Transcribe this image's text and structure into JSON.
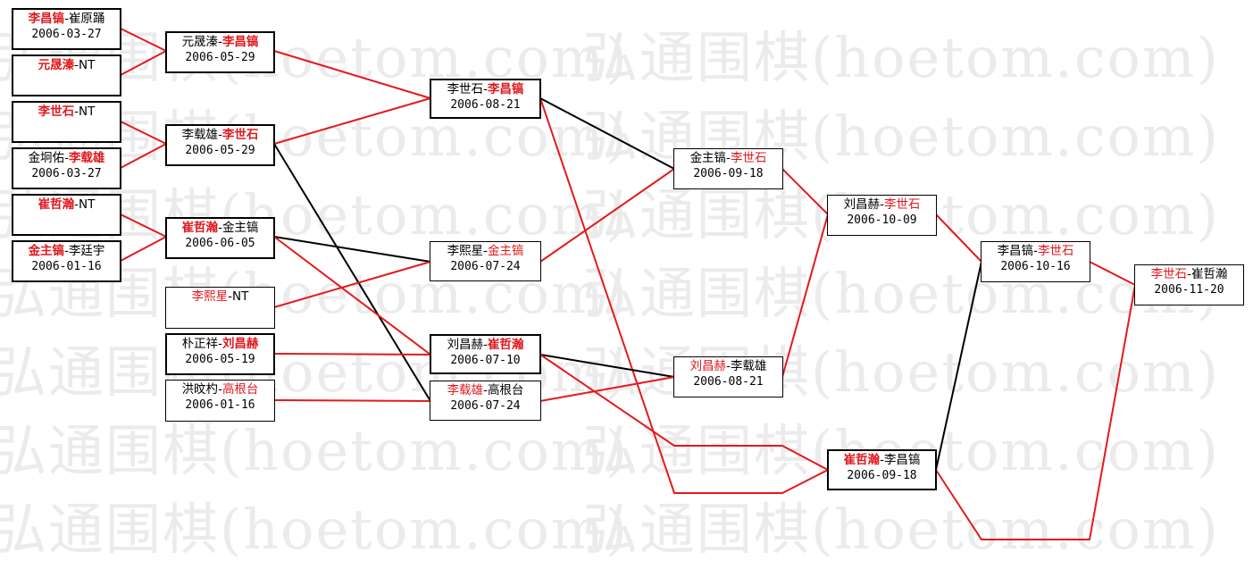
{
  "watermark": "弘通围棋(hoetom.com)",
  "colors": {
    "winner": "#e0191e",
    "line_red": "#e31a1c",
    "line_black": "#000000"
  },
  "nodes": [
    {
      "id": "n1",
      "p1": "李昌镐",
      "p2": "崔原踊",
      "winner": 1,
      "date": "2006-03-27",
      "bold": true
    },
    {
      "id": "n2",
      "p1": "元晟溱",
      "p2": "NT",
      "winner": 1,
      "date": "",
      "bold": true
    },
    {
      "id": "n3",
      "p1": "李世石",
      "p2": "NT",
      "winner": 1,
      "date": "",
      "bold": true
    },
    {
      "id": "n4",
      "p1": "金坰佑",
      "p2": "李载雄",
      "winner": 2,
      "date": "2006-03-27",
      "bold": true
    },
    {
      "id": "n5",
      "p1": "崔哲瀚",
      "p2": "NT",
      "winner": 1,
      "date": "",
      "bold": true
    },
    {
      "id": "n6",
      "p1": "金主镐",
      "p2": "李廷宇",
      "winner": 1,
      "date": "2006-01-16",
      "bold": true
    },
    {
      "id": "n7",
      "p1": "元晟溱",
      "p2": "李昌镐",
      "winner": 2,
      "date": "2006-05-29",
      "bold": true
    },
    {
      "id": "n8",
      "p1": "李载雄",
      "p2": "李世石",
      "winner": 2,
      "date": "2006-05-29",
      "bold": true
    },
    {
      "id": "n9",
      "p1": "崔哲瀚",
      "p2": "金主镐",
      "winner": 1,
      "date": "2006-06-05",
      "bold": true
    },
    {
      "id": "n10",
      "p1": "李熙星",
      "p2": "NT",
      "winner": 1,
      "date": "",
      "bold": false
    },
    {
      "id": "n11",
      "p1": "朴正祥",
      "p2": "刘昌赫",
      "winner": 2,
      "date": "2006-05-19",
      "bold": true
    },
    {
      "id": "n12",
      "p1": "洪旼杓",
      "p2": "高根台",
      "winner": 2,
      "date": "2006-01-16",
      "bold": false
    },
    {
      "id": "n13",
      "p1": "李世石",
      "p2": "李昌镐",
      "winner": 2,
      "date": "2006-08-21",
      "bold": true
    },
    {
      "id": "n14",
      "p1": "李熙星",
      "p2": "金主镐",
      "winner": 2,
      "date": "2006-07-24",
      "bold": false
    },
    {
      "id": "n15",
      "p1": "刘昌赫",
      "p2": "崔哲瀚",
      "winner": 2,
      "date": "2006-07-10",
      "bold": true
    },
    {
      "id": "n16",
      "p1": "李载雄",
      "p2": "高根台",
      "winner": 1,
      "date": "2006-07-24",
      "bold": false
    },
    {
      "id": "n17",
      "p1": "金主镐",
      "p2": "李世石",
      "winner": 2,
      "date": "2006-09-18",
      "bold": false
    },
    {
      "id": "n18",
      "p1": "刘昌赫",
      "p2": "李载雄",
      "winner": 1,
      "date": "2006-08-21",
      "bold": false
    },
    {
      "id": "n19",
      "p1": "刘昌赫",
      "p2": "李世石",
      "winner": 2,
      "date": "2006-10-09",
      "bold": false
    },
    {
      "id": "n20",
      "p1": "崔哲瀚",
      "p2": "李昌镐",
      "winner": 1,
      "date": "2006-09-18",
      "bold": true
    },
    {
      "id": "n21",
      "p1": "李昌镐",
      "p2": "李世石",
      "winner": 2,
      "date": "2006-10-16",
      "bold": false
    },
    {
      "id": "n22",
      "p1": "李世石",
      "p2": "崔哲瀚",
      "winner": 1,
      "date": "2006-11-20",
      "bold": false
    }
  ]
}
